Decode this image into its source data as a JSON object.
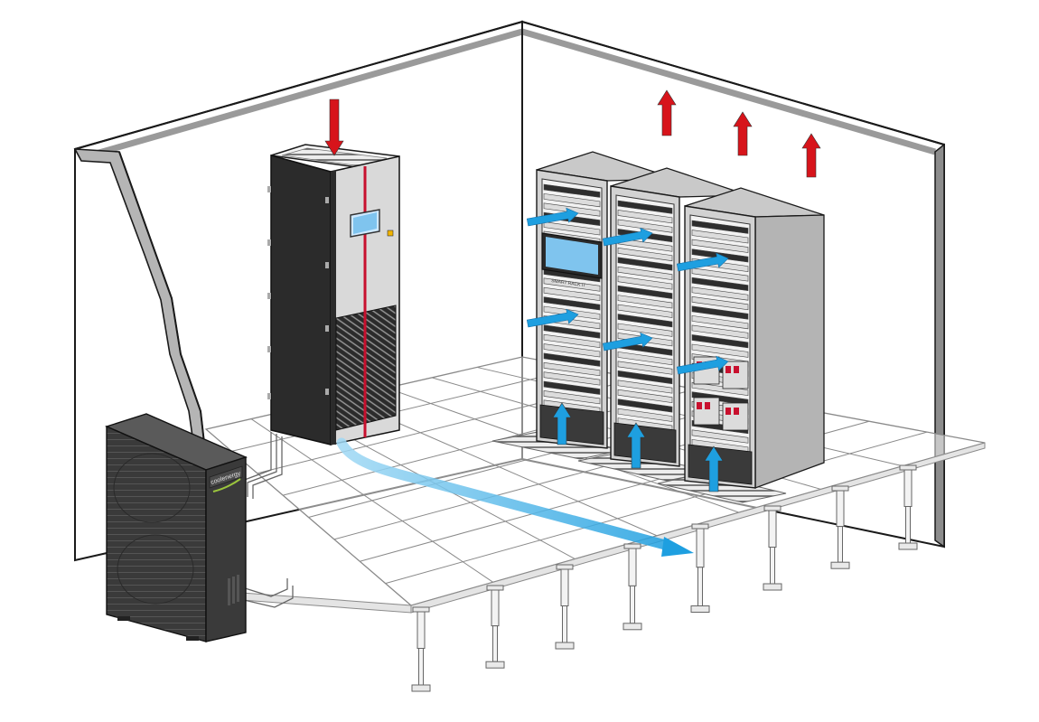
{
  "diagram": {
    "title": "",
    "labels": {
      "outdoor_unit_brand": "coolenergy",
      "rack_display_caption": "SMART RACK IT"
    },
    "colors": {
      "wall": "#ffffff",
      "wall_outline": "#1a1a1a",
      "wall_edge": "#8c8c8c",
      "rack_body": "#d2d2d2",
      "rack_side": "#b4b4b4",
      "rack_dark": "#2e2e2e",
      "crac_body": "#2b2b2b",
      "crac_panel": "#d9d9d9",
      "crac_stripe": "#c8102e",
      "outdoor_unit": "#3a3a3a",
      "hot_air_arrow": "#d7141b",
      "cold_air_arrow": "#1e9fe0",
      "floor_grid": "#8a8a8a"
    },
    "flow": {
      "hot_air_exhaust_arrows": 3,
      "cold_air_intake_arrows": 6,
      "floor_supply_arrows": 3,
      "crac_return_arrows": 1
    }
  }
}
